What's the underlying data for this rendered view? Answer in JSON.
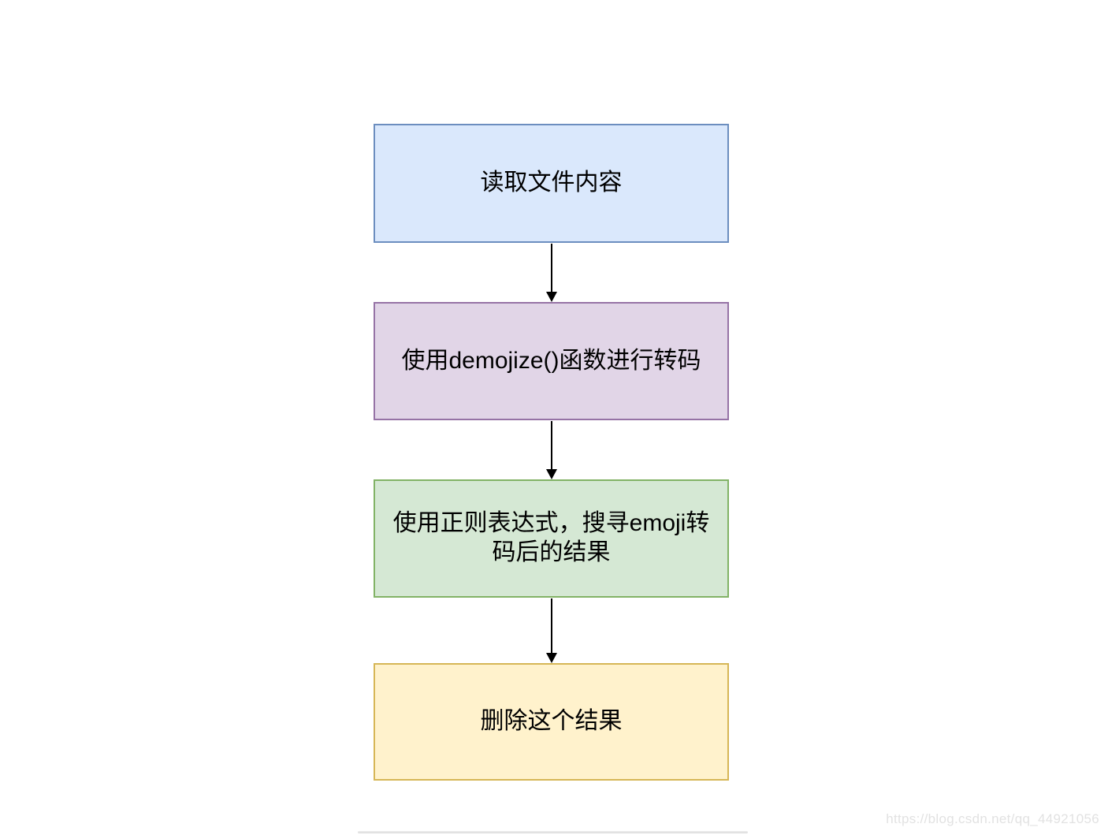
{
  "diagram": {
    "type": "flowchart",
    "direction": "top-down",
    "arrow_color": "#000000",
    "text_color": "#000000",
    "nodes": [
      {
        "label": "读取文件内容",
        "fill": "#dae8fc",
        "border": "#6c8ebf"
      },
      {
        "label": "使用demojize()函数进行转码",
        "fill": "#e1d5e7",
        "border": "#9673a6"
      },
      {
        "label": "使用正则表达式，搜寻emoji转码后的结果",
        "fill": "#d5e8d4",
        "border": "#82b366"
      },
      {
        "label": "删除这个结果",
        "fill": "#fff2cc",
        "border": "#d6b656"
      }
    ],
    "connections": [
      {
        "from": "读取文件内容",
        "to": "使用demojize()函数进行转码"
      },
      {
        "from": "使用demojize()函数进行转码",
        "to": "使用正则表达式，搜寻emoji转码后的结果"
      },
      {
        "from": "使用正则表达式，搜寻emoji转码后的结果",
        "to": "删除这个结果"
      }
    ]
  },
  "watermark": {
    "text": "https://blog.csdn.net/qq_44921056",
    "color": "#e2e2e2"
  }
}
